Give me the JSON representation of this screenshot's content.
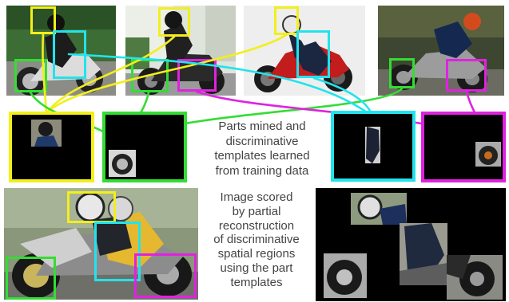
{
  "captions": {
    "top": "Parts mined and\ndiscriminative\ntemplates learned\nfrom training data",
    "bottom": "Image scored\nby partial\nreconstruction\nof discriminative\nspatial regions\nusing the part\ntemplates"
  },
  "colors": {
    "rider_part": "#f2ef1a",
    "torso_part": "#22e3ec",
    "front_wheel_part": "#33dd33",
    "rear_wheel_part": "#e022e0",
    "background_reconstruction": "#000000"
  },
  "training_images": [
    {
      "name": "training-image-1",
      "bike_color": "#d9d9d9",
      "rider_color": "#1a1a1a",
      "scene": "#2f5f2a"
    },
    {
      "name": "training-image-2",
      "bike_color": "#2a2a2a",
      "rider_color": "#222222",
      "scene": "#6f8a64"
    },
    {
      "name": "training-image-3",
      "bike_color": "#c41d1d",
      "rider_color": "#1b2740",
      "scene": "#e8e8e8"
    },
    {
      "name": "training-image-4",
      "bike_color": "#9a9a9a",
      "rider_color": "#15284f",
      "scene": "#3a4230"
    }
  ],
  "templates": [
    {
      "name": "template-rider",
      "part": "rider_part"
    },
    {
      "name": "template-front-wheel",
      "part": "front_wheel_part"
    },
    {
      "name": "template-torso",
      "part": "torso_part"
    },
    {
      "name": "template-rear-wheel",
      "part": "rear_wheel_part"
    }
  ],
  "test_image": {
    "name": "test-image",
    "bike_color": "#8c8c8c",
    "rider_color": "#e6b830",
    "scene": "#7a8a6b"
  },
  "reconstruction": {
    "name": "partial-reconstruction"
  }
}
